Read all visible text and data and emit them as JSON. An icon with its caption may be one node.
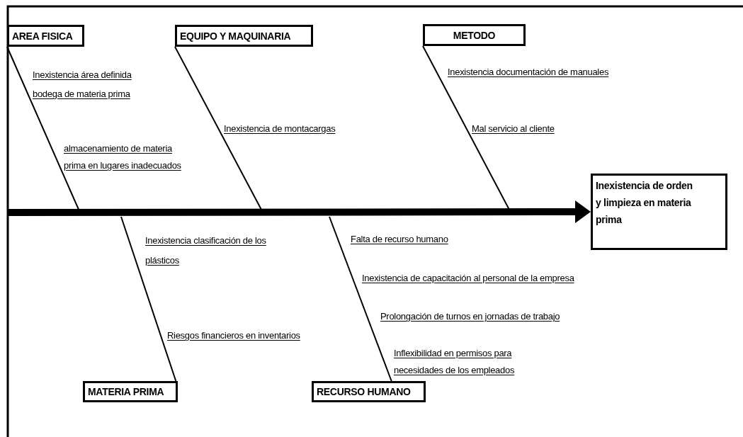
{
  "diagram": {
    "nodes": [
      {
        "text": [
          "AREA FISICA"
        ]
      },
      {
        "text": [
          "EQUIPO Y MAQUINARIA"
        ]
      },
      {
        "text": [
          "METODO"
        ]
      },
      {
        "text": [
          "Inexistencia área definida bodega de materia prima"
        ]
      },
      {
        "text": [
          "Inexistencia documentación de manuales"
        ]
      },
      {
        "text": [
          "Inexistencia de montacargas"
        ]
      },
      {
        "text": [
          "Mal servicio al cliente"
        ]
      },
      {
        "text": [
          "almacenamiento de materia prima en lugares inadecuados"
        ]
      },
      {
        "text": [
          "Inexistencia de orden y limpieza en materia prima"
        ]
      },
      {
        "text": [
          "Inexistencia clasificación de los plásticos"
        ]
      },
      {
        "text": [
          "Falta de recurso humano"
        ]
      },
      {
        "text": [
          "Inexistencia de capacitación al personal de la empresa"
        ]
      },
      {
        "text": [
          "Riesgos financieros en inventarios"
        ]
      },
      {
        "text": [
          "Prolongación de turnos en jornadas de trabajo"
        ]
      },
      {
        "text": [
          "Inflexibilidad en permisos para necesidades de los empleados"
        ]
      },
      {
        "text": [
          "MATERIA PRIMA"
        ]
      },
      {
        "text": [
          "RECURSO HUMANO"
        ]
      }
    ],
    "edges": [
      {
        "from": null,
        "to": 8,
        "arrow": "to",
        "style": "thick"
      },
      {
        "from": 0,
        "to": null,
        "arrow": "none"
      },
      {
        "from": 1,
        "to": null,
        "arrow": "none"
      },
      {
        "from": 2,
        "to": null,
        "arrow": "none"
      },
      {
        "from": 15,
        "to": null,
        "arrow": "none"
      },
      {
        "from": 16,
        "to": null,
        "arrow": "none"
      }
    ]
  }
}
